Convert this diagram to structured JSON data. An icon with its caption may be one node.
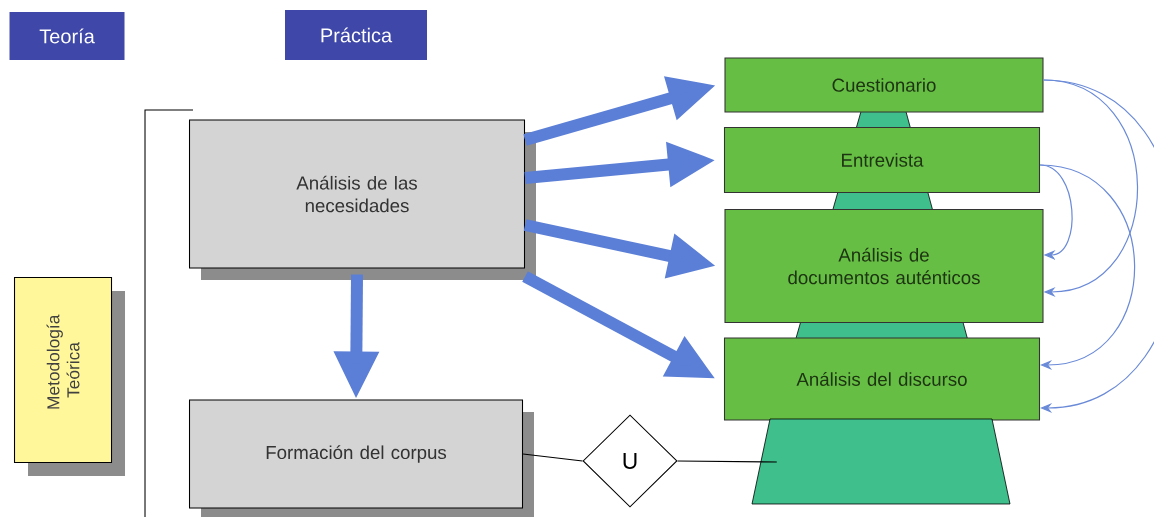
{
  "diagram": {
    "nodes": [
      {
        "text": [
          "Teoría"
        ]
      },
      {
        "text": [
          "Práctica"
        ]
      },
      {
        "text": [
          "Metodología Teórica"
        ]
      },
      {
        "text": [
          "Análisis de las necesidades"
        ]
      },
      {
        "text": [
          "Formación del corpus"
        ]
      },
      {
        "text": [
          "Cuestionario"
        ]
      },
      {
        "text": [
          "Entrevista"
        ]
      },
      {
        "text": [
          "Análisis de documentos auténticos"
        ]
      },
      {
        "text": [
          "Análisis del discurso"
        ]
      },
      {
        "text": [
          "U"
        ]
      },
      {
        "text": [],
        "shape": "trapezoid"
      }
    ],
    "edges": [
      {
        "from": 3,
        "to": 5,
        "arrow": "to",
        "style": "thick"
      },
      {
        "from": 3,
        "to": 6,
        "arrow": "to",
        "style": "thick"
      },
      {
        "from": 3,
        "to": 7,
        "arrow": "to",
        "style": "thick"
      },
      {
        "from": 3,
        "to": 8,
        "arrow": "to",
        "style": "thick"
      },
      {
        "from": 3,
        "to": 4,
        "arrow": "to",
        "style": "thick"
      },
      {
        "from": 4,
        "to": 9,
        "arrow": "none",
        "color": "#000000"
      },
      {
        "from": 9,
        "to": 10,
        "arrow": "none",
        "color": "#000000"
      },
      {
        "from": 5,
        "to": 7,
        "arrow": "to",
        "color": "#6a8ad8"
      },
      {
        "from": 6,
        "to": 7,
        "arrow": "to",
        "color": "#6a8ad8"
      },
      {
        "from": 6,
        "to": 8,
        "arrow": "to",
        "color": "#6a8ad8"
      },
      {
        "from": 5,
        "to": 8,
        "arrow": "to",
        "color": "#6a8ad8"
      }
    ]
  }
}
